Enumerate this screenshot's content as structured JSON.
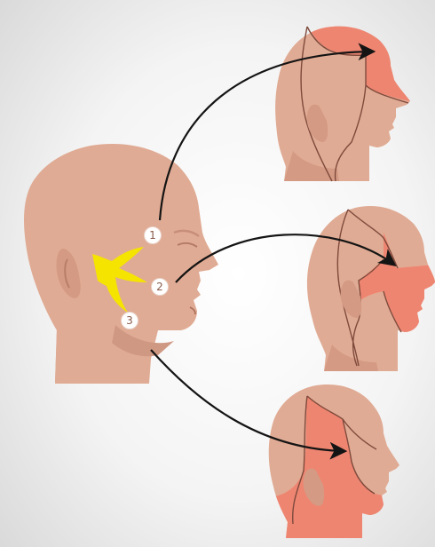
{
  "colors": {
    "background_center": "#ffffff",
    "background_edge": "#dcdcdc",
    "skin": "#e0ab94",
    "skin_shadow": "#c9907a",
    "outline": "#7e4a3c",
    "highlight_region": "#ee8571",
    "nerve": "#f5e400",
    "arrow": "#141414",
    "marker_fill": "#ffffff"
  },
  "markers": [
    {
      "label": "1"
    },
    {
      "label": "2"
    },
    {
      "label": "3"
    }
  ]
}
